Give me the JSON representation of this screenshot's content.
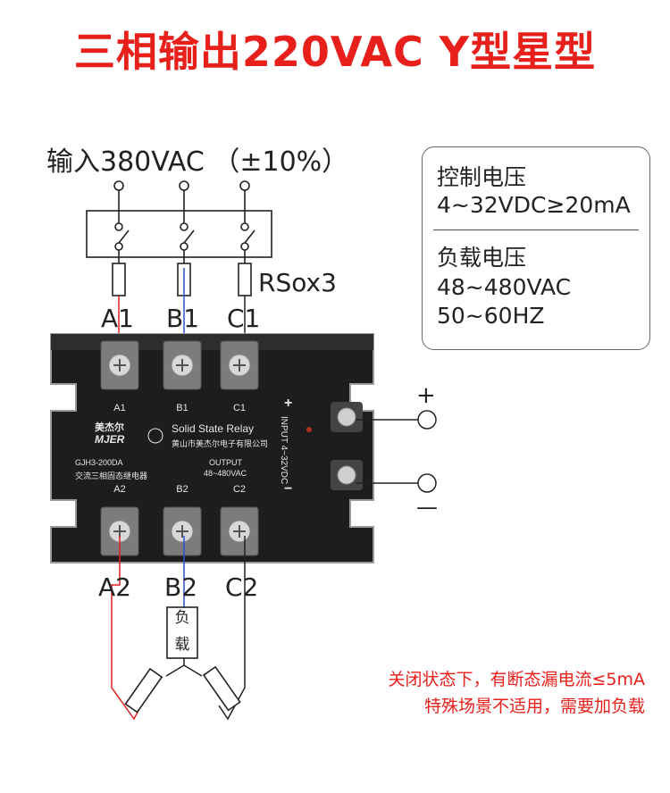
{
  "title": "三相输出220VAC Y型星型",
  "input_label": "输入380VAC （±10%）",
  "spec": {
    "control_heading": "控制电压",
    "control_value": "4~32VDC≥20mA",
    "load_heading": "负载电压",
    "load_value_1": "48~480VAC",
    "load_value_2": "50~60HZ"
  },
  "resistor_label": "RSox3",
  "top_terminals": [
    "A1",
    "B1",
    "C1"
  ],
  "bottom_terminals": [
    "A2",
    "B2",
    "C2"
  ],
  "load_label": "负载",
  "plus_sign": "+",
  "minus_sign": "—",
  "device": {
    "brand_cn": "美杰尔",
    "brand_en": "MJER",
    "product": "Solid State Relay",
    "company": "黄山市美杰尔电子有限公司",
    "model": "GJH3-200DA",
    "model_desc": "交流三相固态继电器",
    "output_label": "OUTPUT",
    "output_range": "48~480VAC",
    "input_label": "INPUT 4~32VDC",
    "top_labels": [
      "A1",
      "B1",
      "C1"
    ],
    "bottom_labels": [
      "A2",
      "B2",
      "C2"
    ],
    "plus": "+",
    "minus": "−"
  },
  "note_line_1": "关闭状态下，有断态漏电流≤5mA",
  "note_line_2": "特殊场景不适用，需要加负载",
  "colors": {
    "title": "#e8201c",
    "note": "#e8201c",
    "red_wire": "#e02020",
    "blue_wire": "#2a4fcf",
    "device_body": "#1d1d1d"
  }
}
